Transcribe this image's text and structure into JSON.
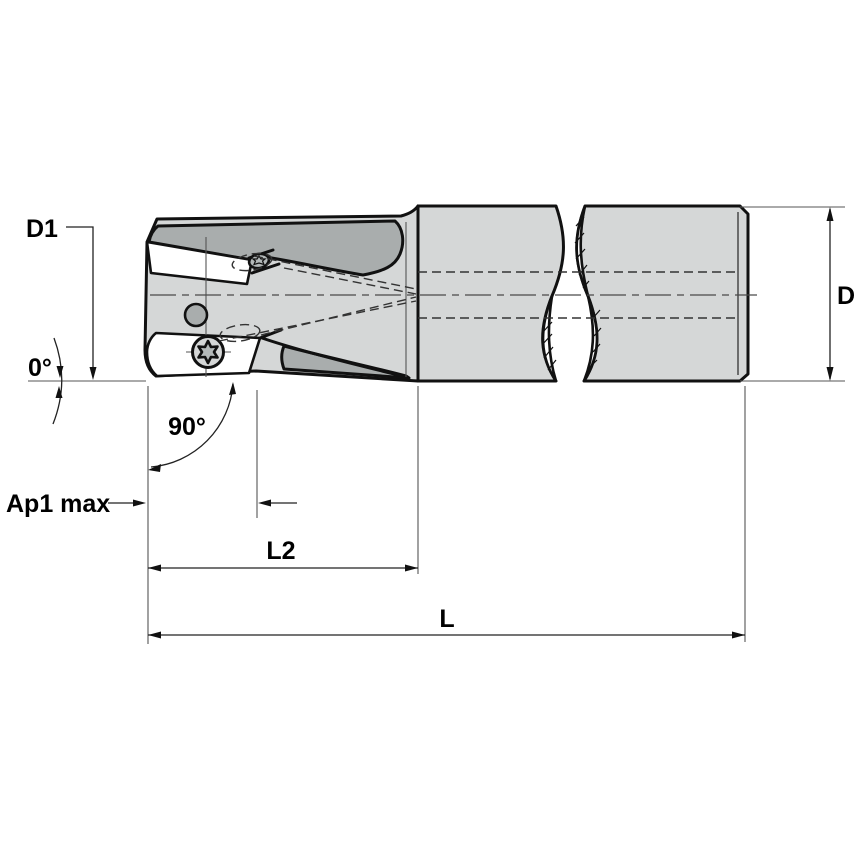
{
  "drawing": {
    "type": "technical-line-drawing",
    "subject": "Indexable square-shoulder end mill, side view with dimension callouts",
    "labels": {
      "d1": "D1",
      "zero_angle": "0°",
      "ap1_max": "Ap1 max",
      "angle_90": "90°",
      "l2": "L2",
      "l": "L",
      "d": "D"
    },
    "colors": {
      "background": "#ffffff",
      "body_fill": "#d5d7d7",
      "flute_fill": "#a9adad",
      "insert_fill": "#ffffff",
      "screw_fill": "#b4b9b9",
      "outline": "#111111",
      "dimension_line": "#222222",
      "construction_line": "#555555",
      "text": "#000000"
    }
  }
}
